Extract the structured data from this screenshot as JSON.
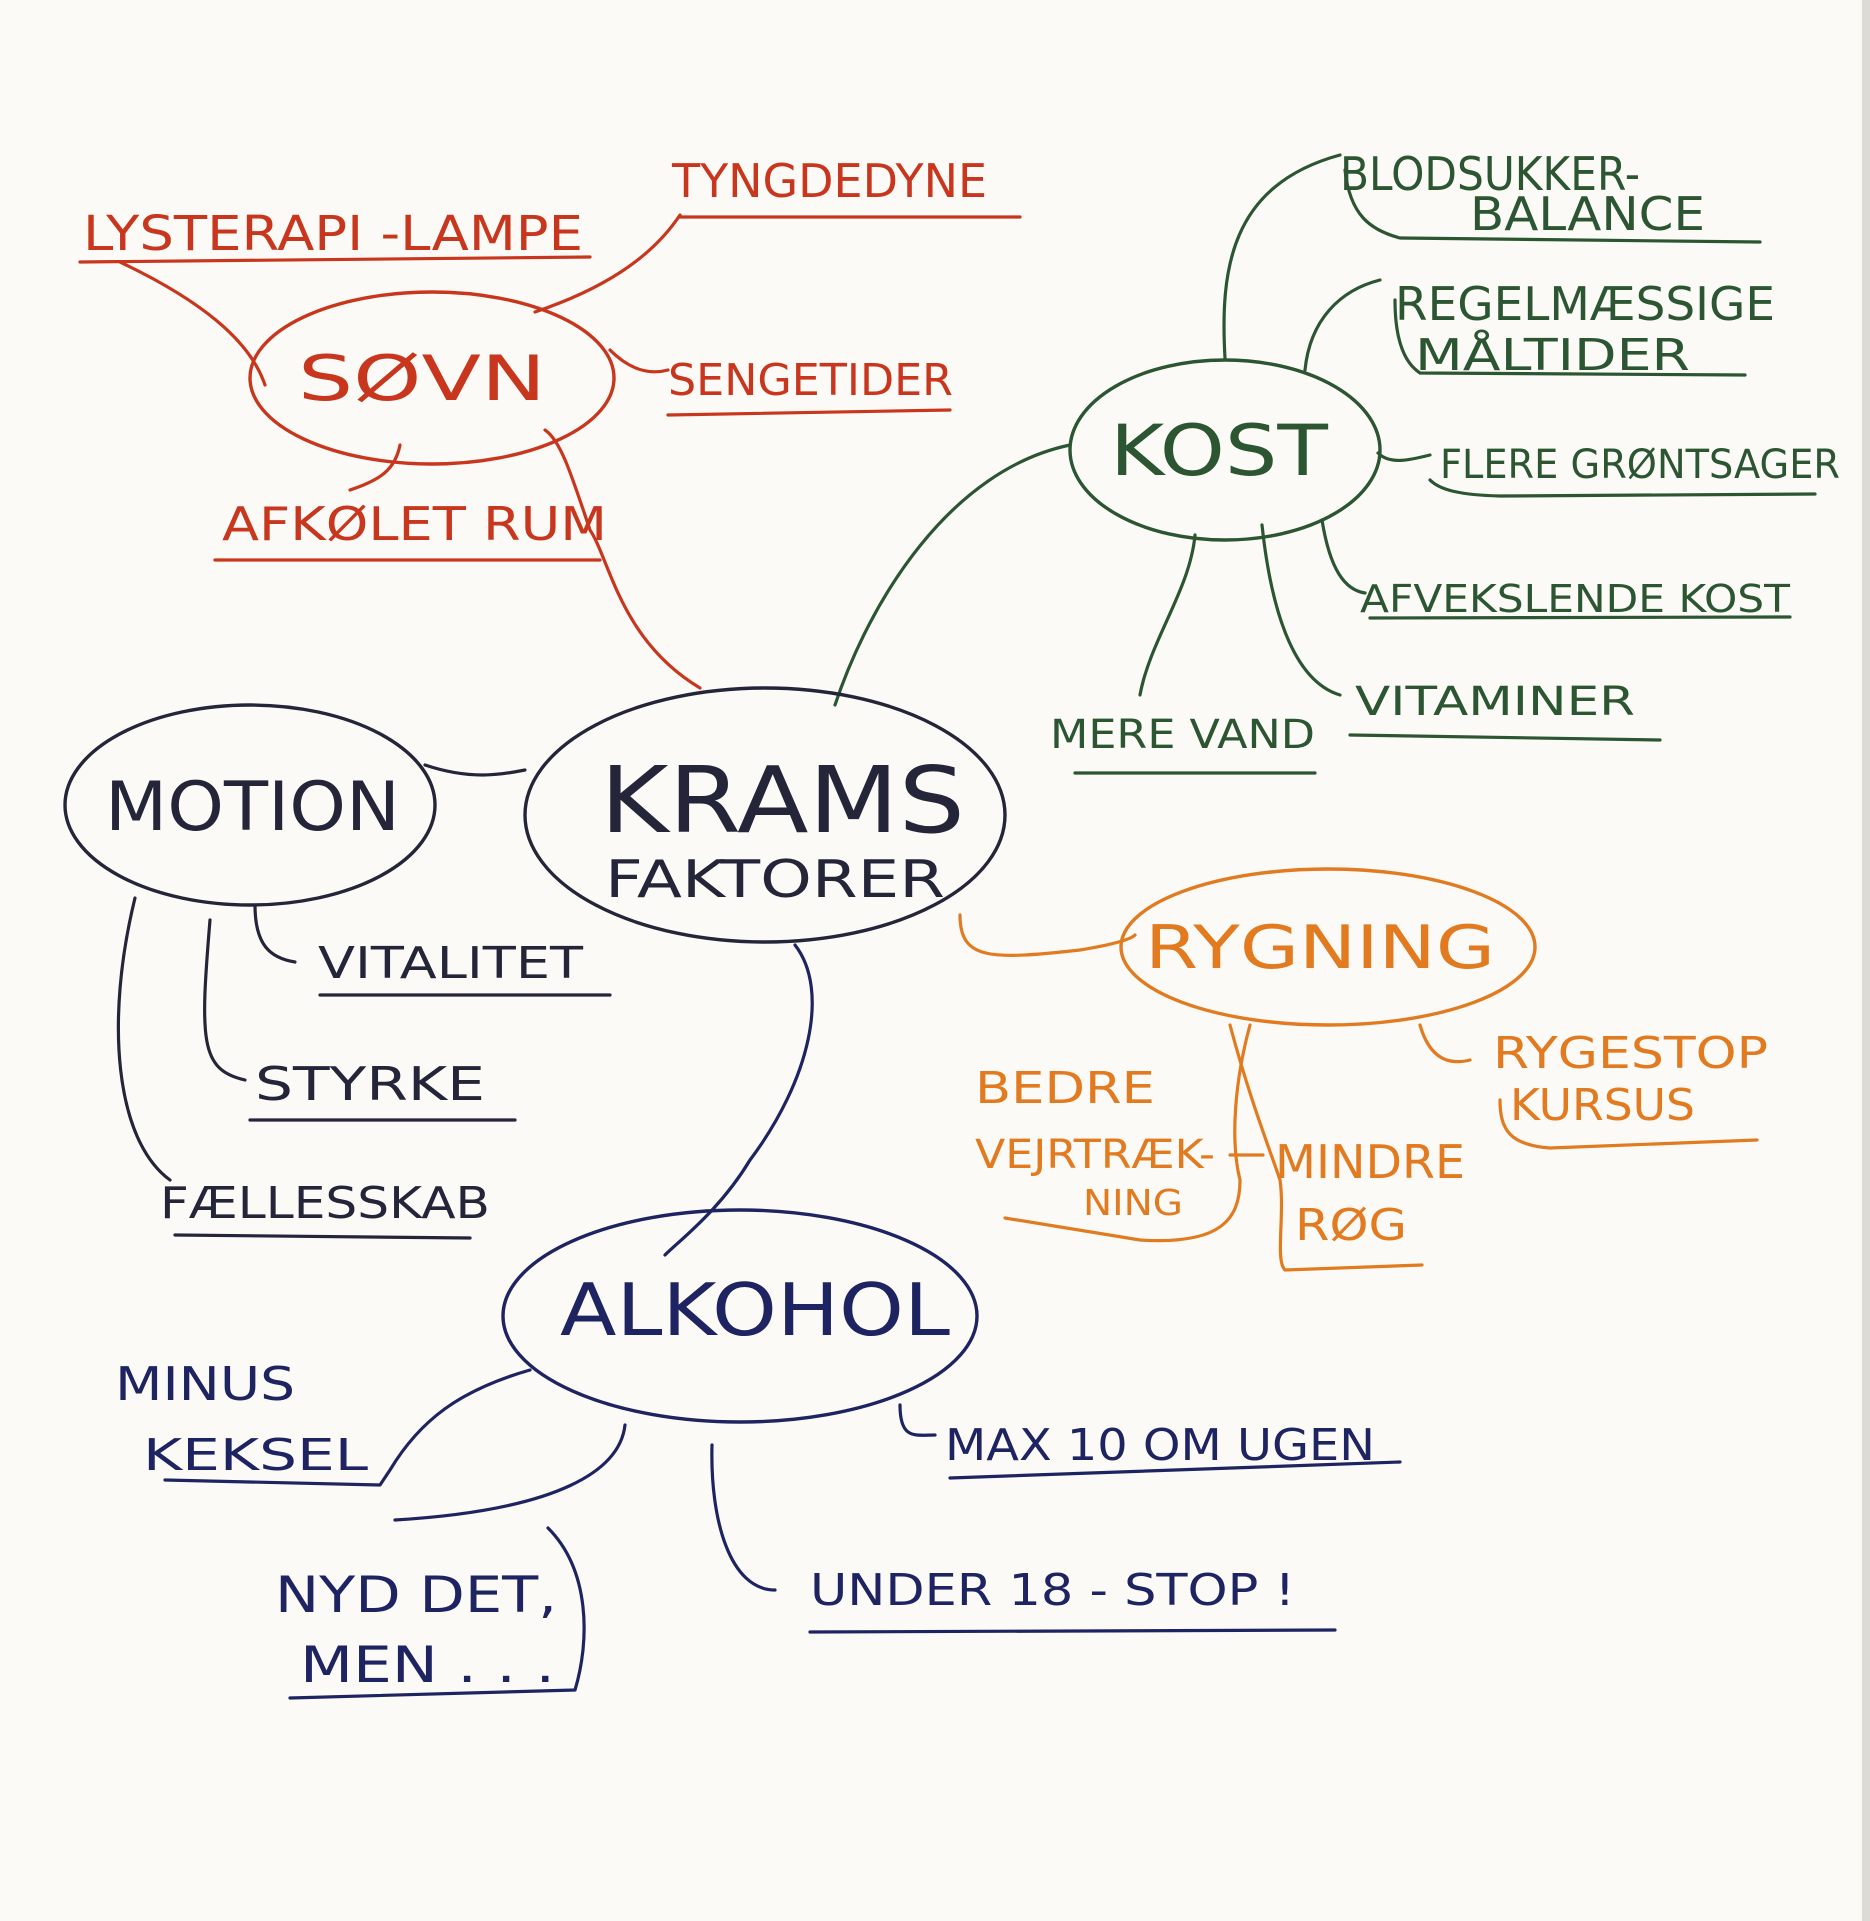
{
  "center": {
    "title": "KRAMS",
    "subtitle": "FAKTORER"
  },
  "branches": {
    "soevn": {
      "label": "SØVN",
      "leaves": [
        "LYSTERAPI -LAMPE",
        "TYNGDEDYNE",
        "SENGETIDER",
        "AFKØLET RUM"
      ]
    },
    "kost": {
      "label": "KOST",
      "leaves": [
        "BLODSUKKER-",
        "BALANCE",
        "REGELMÆSSIGE",
        "MÅLTIDER",
        "FLERE GRØNTSAGER",
        "AFVEKSLENDE KOST",
        "VITAMINER",
        "MERE VAND"
      ]
    },
    "motion": {
      "label": "MOTION",
      "leaves": [
        "VITALITET",
        "STYRKE",
        "FÆLLESSKAB"
      ]
    },
    "rygning": {
      "label": "RYGNING",
      "leaves": [
        "RYGESTOP",
        "KURSUS",
        "BEDRE",
        "VEJRTRÆK-",
        "NING",
        "MINDRE",
        "RØG"
      ]
    },
    "alkohol": {
      "label": "ALKOHOL",
      "leaves": [
        "MINUS",
        "KEKSEL",
        "MAX 10 OM UGEN",
        "NYD DET,",
        "MEN . . .",
        "UNDER 18 - STOP !"
      ]
    }
  },
  "colors": {
    "soevn": "#c8361d",
    "kost": "#2c5532",
    "rygning": "#e27a1f",
    "alkohol": "#1e2461",
    "motion": "#25253a"
  }
}
